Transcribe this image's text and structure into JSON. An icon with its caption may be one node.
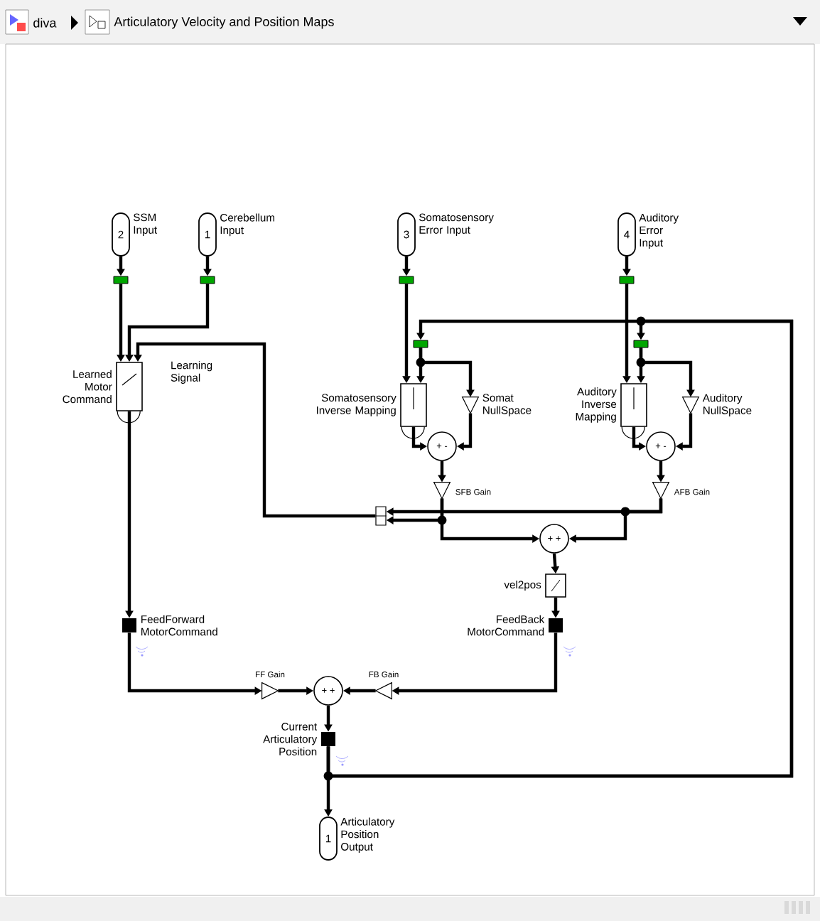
{
  "diagram": {
    "nodes": [
      {
        "text": [
          "2",
          "SSM Input"
        ]
      },
      {
        "text": [
          "1",
          "Cerebellum Input"
        ]
      },
      {
        "text": [
          "3",
          "Somatosensory Error Input"
        ]
      },
      {
        "text": [
          "4",
          "Auditory Error Input"
        ]
      },
      {
        "text": [],
        "shape": "box"
      },
      {
        "text": [],
        "shape": "box"
      },
      {
        "text": [],
        "shape": "box"
      },
      {
        "text": [],
        "shape": "box"
      },
      {
        "text": [],
        "shape": "box"
      },
      {
        "text": [],
        "shape": "box"
      },
      {
        "text": [
          "Learned Motor Command"
        ]
      },
      {
        "text": [
          "Somatosensory Inverse Mapping"
        ]
      },
      {
        "text": [
          "Somat NullSpace"
        ]
      },
      {
        "text": [
          "Auditory Inverse Mapping"
        ]
      },
      {
        "text": [
          "Auditory NullSpace"
        ]
      },
      {
        "text": [
          "+ -"
        ]
      },
      {
        "text": [
          "+ -"
        ]
      },
      {
        "text": [
          "SFB Gain"
        ]
      },
      {
        "text": [
          "AFB Gain"
        ]
      },
      {
        "text": [],
        "shape": "box"
      },
      {
        "text": [
          "+ +"
        ]
      },
      {
        "text": [
          "vel2pos"
        ]
      },
      {
        "text": [
          "FeedBack MotorCommand"
        ]
      },
      {
        "text": [
          "FeedForward MotorCommand"
        ]
      },
      {
        "text": [
          "FF Gain"
        ]
      },
      {
        "text": [
          "+ +"
        ]
      },
      {
        "text": [
          "FB Gain"
        ]
      },
      {
        "text": [
          "Current Articulatory Position"
        ]
      },
      {
        "text": [
          "1",
          "Articulatory Position Output"
        ]
      }
    ],
    "edges": [
      {
        "from": 0,
        "to": 4,
        "arrow": "to"
      },
      {
        "from": 1,
        "to": 5,
        "arrow": "to"
      },
      {
        "from": 2,
        "to": 6,
        "arrow": "to"
      },
      {
        "from": 3,
        "to": 7,
        "arrow": "to"
      },
      {
        "from": 4,
        "to": 10,
        "arrow": "to"
      },
      {
        "from": 5,
        "to": 10,
        "arrow": "to"
      },
      {
        "from": 19,
        "to": 10,
        "arrow": "to",
        "label": "Learning Signal"
      },
      {
        "from": 6,
        "to": 11,
        "arrow": "to"
      },
      {
        "from": 8,
        "to": 11,
        "arrow": "to"
      },
      {
        "from": 8,
        "to": 12,
        "arrow": "to"
      },
      {
        "from": 7,
        "to": 13,
        "arrow": "to"
      },
      {
        "from": 9,
        "to": 13,
        "arrow": "to"
      },
      {
        "from": 9,
        "to": 14,
        "arrow": "to"
      },
      {
        "from": 11,
        "to": 15,
        "arrow": "to"
      },
      {
        "from": 12,
        "to": 15,
        "arrow": "to"
      },
      {
        "from": 13,
        "to": 16,
        "arrow": "to"
      },
      {
        "from": 14,
        "to": 16,
        "arrow": "to"
      },
      {
        "from": 15,
        "to": 17,
        "arrow": "to"
      },
      {
        "from": 16,
        "to": 18,
        "arrow": "to"
      },
      {
        "from": 17,
        "to": 19,
        "arrow": "to"
      },
      {
        "from": 18,
        "to": 19,
        "arrow": "to"
      },
      {
        "from": 17,
        "to": 20,
        "arrow": "to"
      },
      {
        "from": 18,
        "to": 20,
        "arrow": "to"
      },
      {
        "from": 20,
        "to": 21,
        "arrow": "to"
      },
      {
        "from": 21,
        "to": 22,
        "arrow": "to"
      },
      {
        "from": 22,
        "to": 26,
        "arrow": "to"
      },
      {
        "from": 10,
        "to": 23,
        "arrow": "to"
      },
      {
        "from": 23,
        "to": 24,
        "arrow": "to"
      },
      {
        "from": 24,
        "to": 25,
        "arrow": "to"
      },
      {
        "from": 26,
        "to": 25,
        "arrow": "to"
      },
      {
        "from": 25,
        "to": 27,
        "arrow": "to"
      },
      {
        "from": 27,
        "to": 28,
        "arrow": "to"
      },
      {
        "from": 27,
        "to": 8,
        "arrow": "to"
      },
      {
        "from": 27,
        "to": 9,
        "arrow": "to"
      }
    ],
    "labels": [
      "diva",
      "Articulatory Velocity and Position Maps"
    ]
  }
}
